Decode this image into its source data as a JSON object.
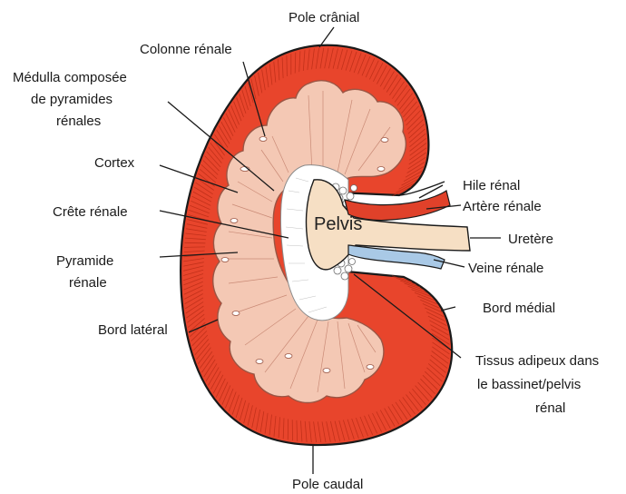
{
  "colors": {
    "cortex": "#e8452c",
    "cortex_stripe": "#b62a14",
    "outline": "#1a1a1a",
    "medulla": "#f4c8b4",
    "medulla_stroke": "#9a5544",
    "pelvis": "#f6dfc4",
    "fat": "#ffffff",
    "artery": "#e0412a",
    "vein": "#a9c9e6",
    "ureter": "#f4dcc2"
  },
  "labels": {
    "pole_cranial": "Pole crânial",
    "colonne_renale": "Colonne rénale",
    "medulla_l1": "Médulla composée",
    "medulla_l2": "de pyramides",
    "medulla_l3": "rénales",
    "cortex": "Cortex",
    "crete_renale": "Crête rénale",
    "pyramide_l1": "Pyramide",
    "pyramide_l2": "rénale",
    "bord_lateral": "Bord latéral",
    "pole_caudal": "Pole caudal",
    "hile_renal": "Hile rénal",
    "artere_renale": "Artère rénale",
    "uretere": "Uretère",
    "veine_renale": "Veine rénale",
    "bord_medial": "Bord médial",
    "tissus_l1": "Tissus adipeux dans",
    "tissus_l2": "le bassinet/pelvis",
    "tissus_l3": "rénal",
    "pelvis": "Pelvis"
  }
}
